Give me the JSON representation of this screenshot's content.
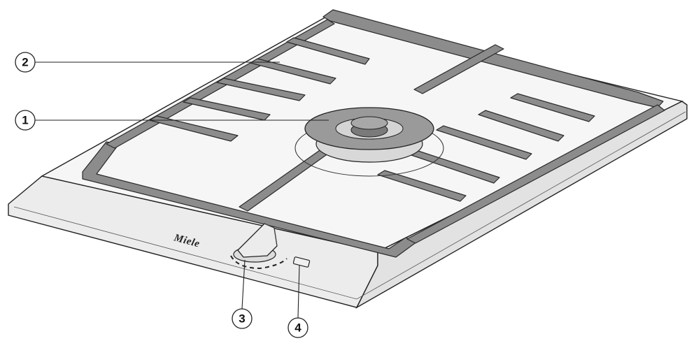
{
  "brand": {
    "logo_text": "Miele"
  },
  "callouts": [
    {
      "id": "1",
      "label": "1"
    },
    {
      "id": "2",
      "label": "2"
    },
    {
      "id": "3",
      "label": "3"
    },
    {
      "id": "4",
      "label": "4"
    }
  ],
  "colors": {
    "surface": "#f4f4f4",
    "outline": "#222222",
    "grate_fill": "#8c8c8c",
    "grate_dark": "#5e5e5e",
    "burner": "#9a9a9a"
  },
  "icons": {
    "knob": "control-knob-icon",
    "indicator": "indicator-lamp-icon"
  }
}
